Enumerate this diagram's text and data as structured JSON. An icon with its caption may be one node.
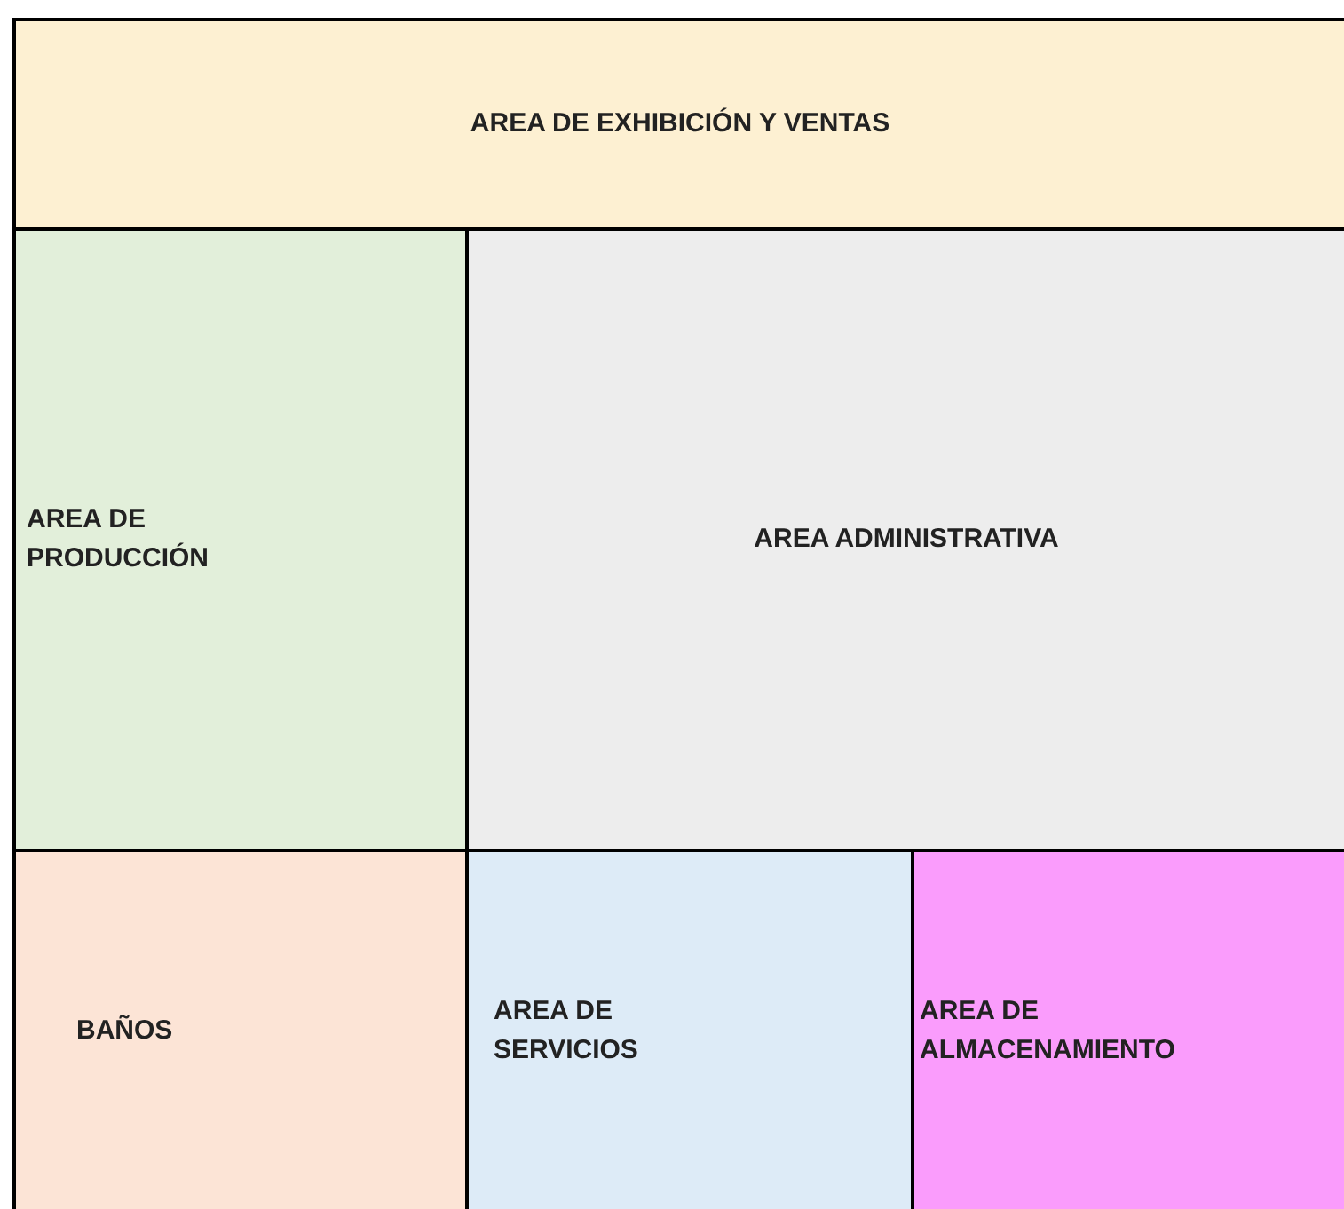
{
  "diagram": {
    "nodes": [
      {
        "text": [
          "AREA DE EXHIBICIÓN Y VENTAS"
        ]
      },
      {
        "text": [
          "AREA DE PRODUCCIÓN"
        ]
      },
      {
        "text": [
          "AREA ADMINISTRATIVA"
        ]
      },
      {
        "text": [
          "BAÑOS"
        ]
      },
      {
        "text": [
          "AREA DE SERVICIOS"
        ]
      },
      {
        "text": [
          "AREA DE ALMACENAMIENTO"
        ]
      }
    ]
  }
}
